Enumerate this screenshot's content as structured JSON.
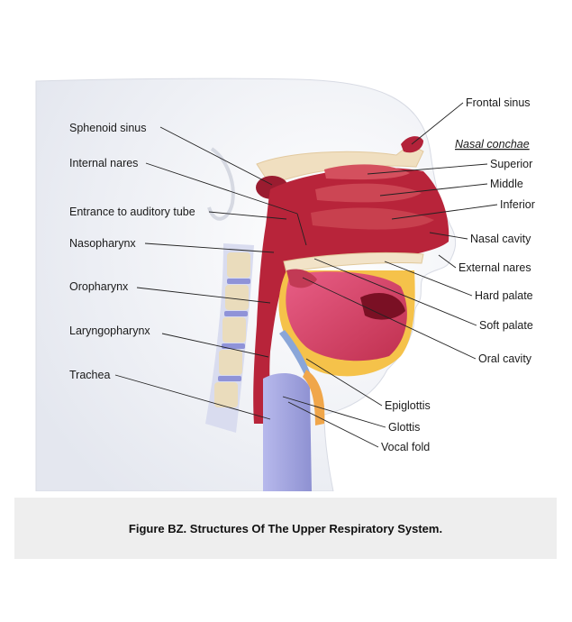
{
  "figure": {
    "labels": {
      "frontal_sinus": "Frontal sinus",
      "sphenoid_sinus": "Sphenoid sinus",
      "nasal_conchae_heading": "Nasal conchae",
      "superior": "Superior",
      "internal_nares": "Internal nares",
      "middle": "Middle",
      "inferior": "Inferior",
      "entrance_auditory_tube": "Entrance to auditory tube",
      "nasal_cavity": "Nasal cavity",
      "nasopharynx": "Nasopharynx",
      "external_nares": "External nares",
      "oropharynx": "Oropharynx",
      "hard_palate": "Hard palate",
      "soft_palate": "Soft palate",
      "laryngopharynx": "Laryngopharynx",
      "oral_cavity": "Oral cavity",
      "trachea": "Trachea",
      "epiglottis": "Epiglottis",
      "glottis": "Glottis",
      "vocal_fold": "Vocal fold"
    }
  },
  "caption": {
    "text": "Figure BZ. Structures Of The Upper Respiratory System."
  },
  "colors": {
    "skin": "#eef0f5",
    "airway": "#b8243a",
    "concha": "#c8404e",
    "tongue": "#d9456c",
    "bone": "#f2e3c8",
    "fat": "#f5c24a",
    "vertebra_disc": "#8f93d8",
    "cartilage": "#9aa8e8"
  }
}
